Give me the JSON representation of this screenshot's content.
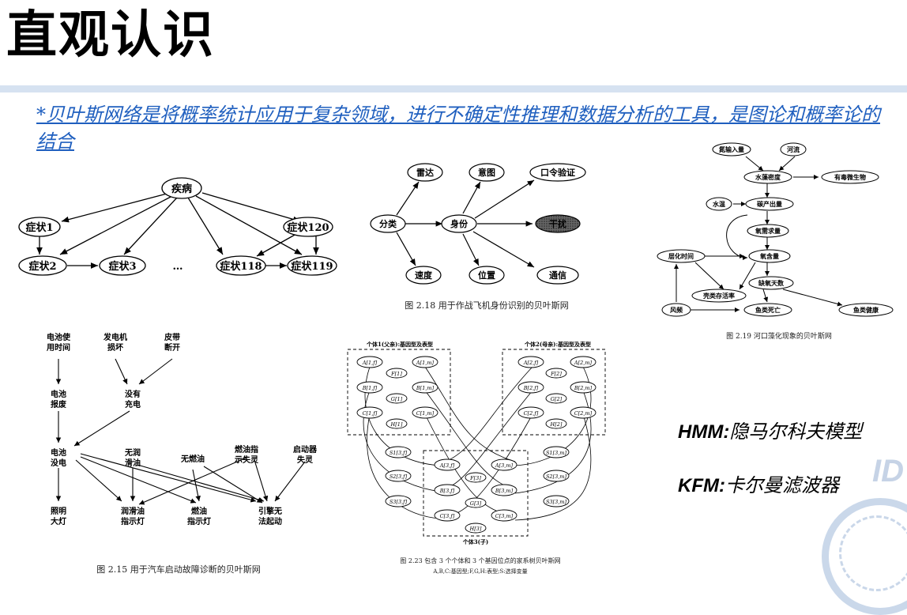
{
  "title": "直观认识",
  "intro": "*贝叶斯网络是将概率统计应用于复杂领域，进行不确定性推理和数据分析的工具，是图论和概率论的结合",
  "notes": {
    "hmm": "HMM:",
    "hmm_text": "隐马尔科夫模型",
    "kfm": "KFM:",
    "kfm_text": "卡尔曼滤波器"
  },
  "watermark": "ID",
  "colors": {
    "title": "#000000",
    "accent_bar": "#d6e2f1",
    "intro": "#1f5fbf"
  },
  "fig_disease": {
    "nodes": {
      "disease": "疾病",
      "s1": "症状1",
      "s120": "症状120",
      "s2": "症状2",
      "s3": "症状3",
      "s118": "症状118",
      "s119": "症状119",
      "dots": "…"
    }
  },
  "fig_aircraft": {
    "nodes": {
      "radar": "雷达",
      "intent": "意图",
      "password": "口令验证",
      "classify": "分类",
      "identity": "身份",
      "jam": "干扰",
      "speed": "速度",
      "position": "位置",
      "comm": "通信"
    },
    "caption": "图 2.18  用于作战飞机身份识别的贝叶斯网"
  },
  "fig_river": {
    "nodes": {
      "n_in": "氮输入量",
      "flow": "河流",
      "algae": "水藻密度",
      "toxic": "有毒微生物",
      "temp": "水温",
      "carbon": "碳产出量",
      "o2need": "氧需求量",
      "layer": "层化时间",
      "o2": "氧含量",
      "anoxic": "缺氧天数",
      "shellfish": "壳类存活率",
      "wind": "风频",
      "fishdeath": "鱼类死亡",
      "fishhealth": "鱼类健康"
    },
    "caption": "图 2.19  河口藻化现象的贝叶斯网"
  },
  "fig_car": {
    "nodes": {
      "battery_age_1": "电池使",
      "battery_age_2": "用时间",
      "gen_1": "发电机",
      "gen_2": "损坏",
      "belt_1": "皮带",
      "belt_2": "断开",
      "batt_bad_1": "电池",
      "batt_bad_2": "报废",
      "nocharge_1": "没有",
      "nocharge_2": "充电",
      "dead_1": "电池",
      "dead_2": "没电",
      "nolube_1": "无润",
      "nolube_2": "滑油",
      "nofuel": "无燃油",
      "fuelgauge_1": "燃油指",
      "fuelgauge_2": "示失灵",
      "starter_1": "启动器",
      "starter_2": "失灵",
      "light_1": "照明",
      "light_2": "大灯",
      "lubelamp_1": "润滑油",
      "lubelamp_2": "指示灯",
      "fuellamp_1": "燃油",
      "fuellamp_2": "指示灯",
      "engine_1": "引擎无",
      "engine_2": "法起动"
    },
    "caption": "图 2.15  用于汽车启动故障诊断的贝叶斯网"
  },
  "fig_family": {
    "father": "个体1(父亲):基因型及表型",
    "mother": "个体2(母亲):基因型及表型",
    "child": "个体3(子)",
    "f_nodes": [
      "A[1,f]",
      "A[1,m]",
      "F[1]",
      "B[1,f]",
      "B[1,m]",
      "G[1]",
      "C[1,f]",
      "C[1,m]",
      "H[1]"
    ],
    "m_nodes": [
      "A[2,f]",
      "A[2,m]",
      "F[2]",
      "B[2,f]",
      "B[2,m]",
      "G[2]",
      "C[2,f]",
      "C[2,m]",
      "H[2]"
    ],
    "c_nodes": [
      "A[3,f]",
      "A[3,m]",
      "F[3]",
      "B[3,f]",
      "B[3,m]",
      "G[3]",
      "C[3,f]",
      "C[3,m]",
      "H[3]"
    ],
    "s_left": [
      "S1[3,f]",
      "S2[3,f]",
      "S3[3,f]"
    ],
    "s_right": [
      "S1[3,m]",
      "S2[3,m]",
      "S3[3,m]"
    ],
    "caption": "图 2.23  包含 3 个个体和 3 个基因位点的家系树贝叶斯网",
    "caption2": "A,B,C:基因型;F,G,H:表型;S:选择变量"
  }
}
